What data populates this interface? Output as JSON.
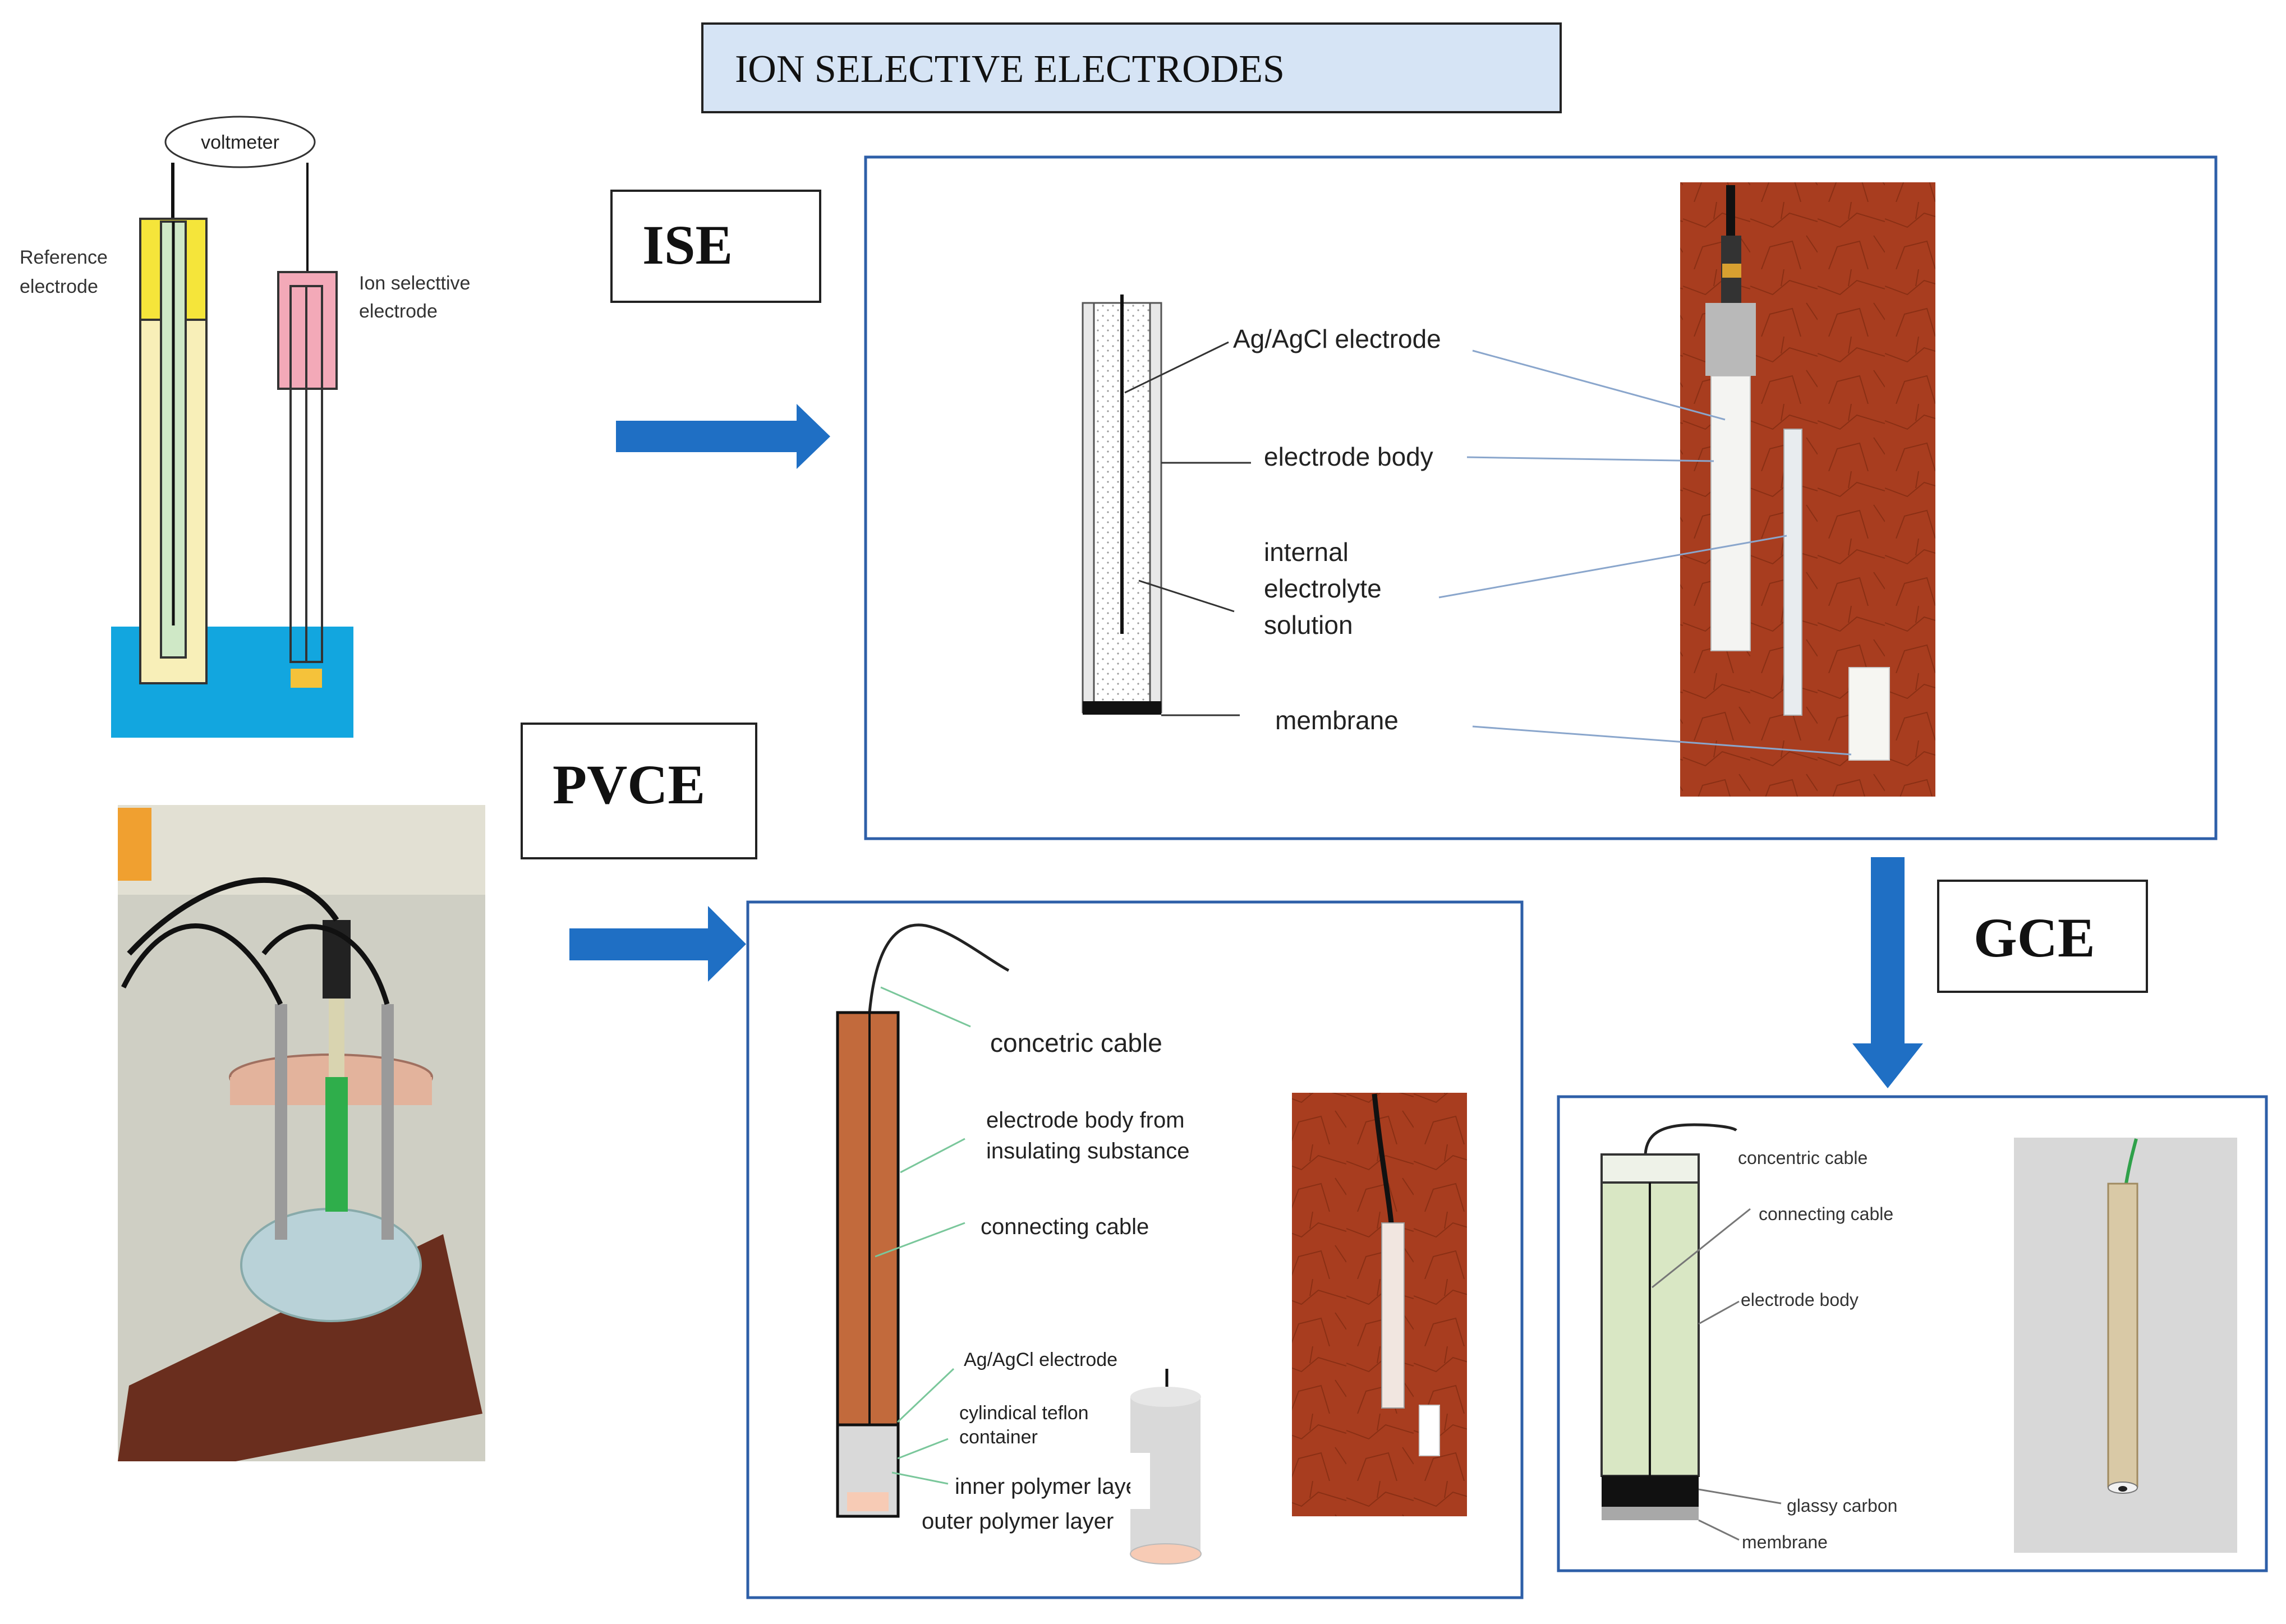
{
  "title": "ION SELECTIVE ELECTRODES",
  "colors": {
    "arrow": "#1f6fc4",
    "panel_border": "#2e5fa8",
    "title_fill": "#d6e4f5",
    "water": "#12a6df",
    "reference_yellow": "#f5e53a",
    "reference_body": "#f8efb8",
    "reference_inner": "#cfe8c6",
    "ise_pink": "#f3a9b8",
    "pvc_body": "#c26a3c",
    "gce_body": "#d9e7c4",
    "photo_background": "#a83d1f"
  },
  "schematic": {
    "voltmeter": "voltmeter",
    "reference_electrode": [
      "Reference",
      "electrode"
    ],
    "ion_selective_electrode": [
      "Ion selecttive",
      "electrode"
    ]
  },
  "labels": {
    "ise": "ISE",
    "pvce": "PVCE",
    "gce": "GCE"
  },
  "ise_panel": {
    "ag_agcl": "Ag/AgCl electrode",
    "body": "electrode body",
    "electrolyte": [
      "internal",
      "electrolyte",
      "solution"
    ],
    "membrane": "membrane"
  },
  "pvce_panel": {
    "cable": "concetric cable",
    "body": [
      "electrode body from",
      "insulating substance"
    ],
    "connecting": "connecting cable",
    "ag_agcl": "Ag/AgCl electrode",
    "teflon": [
      "cylindical teflon",
      "container"
    ],
    "inner": "inner polymer layer",
    "outer": "outer polymer layer"
  },
  "gce_panel": {
    "cable": "concentric cable",
    "connecting": "connecting cable",
    "body": "electrode body",
    "glassy": "glassy carbon",
    "membrane": "membrane"
  }
}
